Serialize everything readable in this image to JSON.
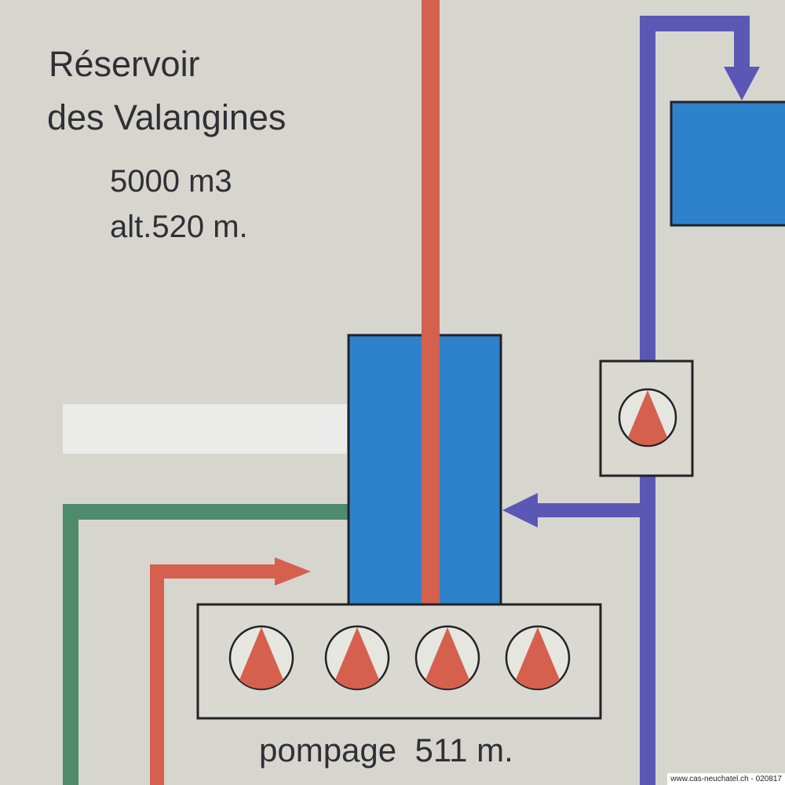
{
  "title_line1": "Réservoir",
  "title_line2": "des Valangines",
  "capacity": "5000 m3",
  "altitude": "alt.520 m.",
  "pumping_label": "pompage  511 m.",
  "watermark": "www.cas-neuchatel.ch - 020817",
  "colors": {
    "background": "#d6d6cf",
    "tank_blue": "#2e82cc",
    "red_pipe": "#d6604e",
    "purple_pipe": "#5a58b4",
    "green_pipe": "#4e8a6c",
    "outline": "#222228"
  }
}
